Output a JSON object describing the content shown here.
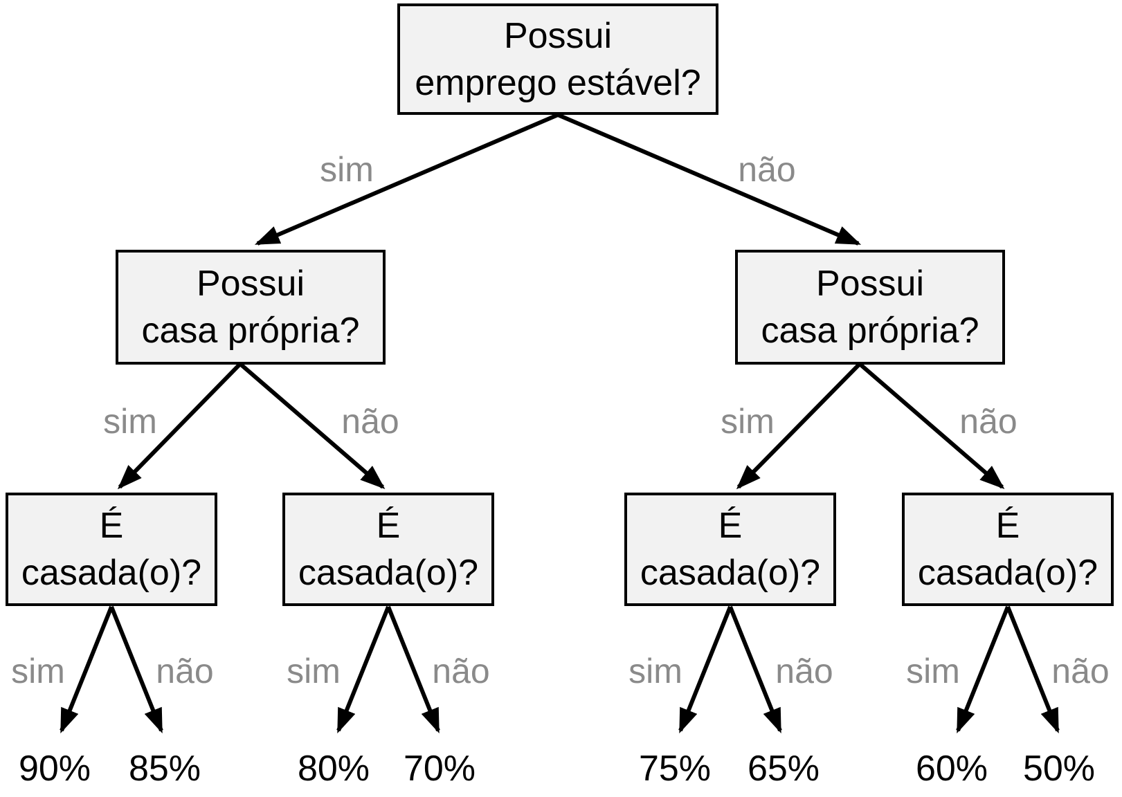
{
  "tree": {
    "root": {
      "line1": "Possui",
      "line2": "emprego estável?",
      "yes_label": "sim",
      "no_label": "não"
    },
    "level2": [
      {
        "line1": "Possui",
        "line2": "casa própria?",
        "yes_label": "sim",
        "no_label": "não"
      },
      {
        "line1": "Possui",
        "line2": "casa própria?",
        "yes_label": "sim",
        "no_label": "não"
      }
    ],
    "level3": [
      {
        "line1": "É",
        "line2": "casada(o)?",
        "yes_label": "sim",
        "no_label": "não"
      },
      {
        "line1": "É",
        "line2": "casada(o)?",
        "yes_label": "sim",
        "no_label": "não"
      },
      {
        "line1": "É",
        "line2": "casada(o)?",
        "yes_label": "sim",
        "no_label": "não"
      },
      {
        "line1": "É",
        "line2": "casada(o)?",
        "yes_label": "sim",
        "no_label": "não"
      }
    ],
    "leaves": [
      "90%",
      "85%",
      "80%",
      "70%",
      "75%",
      "65%",
      "60%",
      "50%"
    ]
  },
  "colors": {
    "node_fill": "#f2f2f2",
    "node_border": "#000000",
    "edge_label": "#8a8a8a",
    "arrow": "#000000",
    "text": "#000000",
    "background": "#ffffff"
  }
}
